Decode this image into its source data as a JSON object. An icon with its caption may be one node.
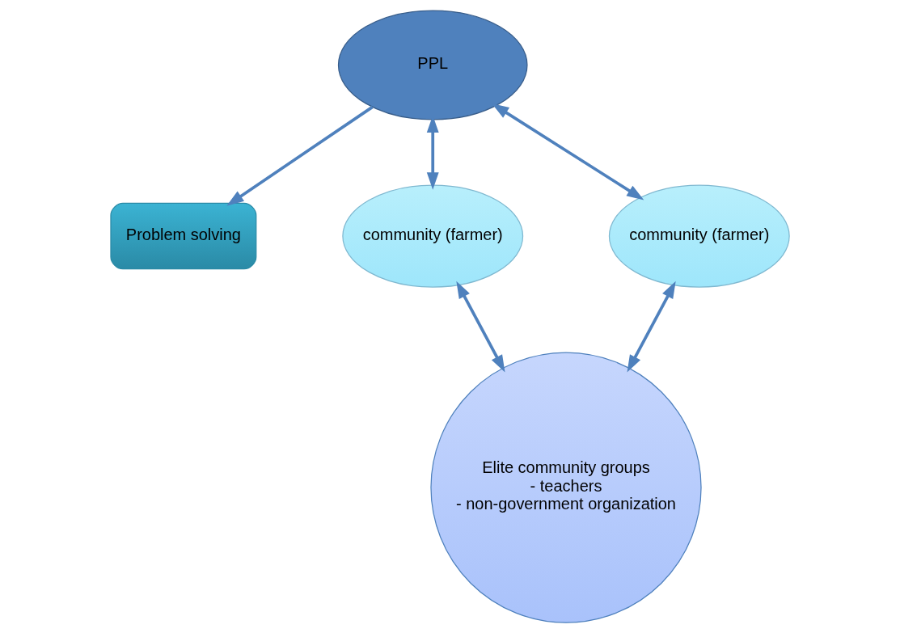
{
  "diagram": {
    "nodes": [
      {
        "text": [
          "PPL"
        ]
      },
      {
        "text": [
          "community (farmer)"
        ]
      },
      {
        "text": [
          "Problem solving"
        ]
      },
      {
        "text": [
          "community (farmer)"
        ]
      },
      {
        "text": [
          "Elite community groups",
          "- teachers",
          "- non-government organization"
        ]
      }
    ],
    "edges": [
      {
        "from": 1,
        "to": 0,
        "arrow": "both"
      },
      {
        "from": 0,
        "to": 3,
        "arrow": "both"
      },
      {
        "from": 0,
        "to": 2,
        "arrow": "to"
      },
      {
        "from": 1,
        "to": 4,
        "arrow": "both"
      },
      {
        "from": 3,
        "to": 4,
        "arrow": "both"
      }
    ]
  }
}
